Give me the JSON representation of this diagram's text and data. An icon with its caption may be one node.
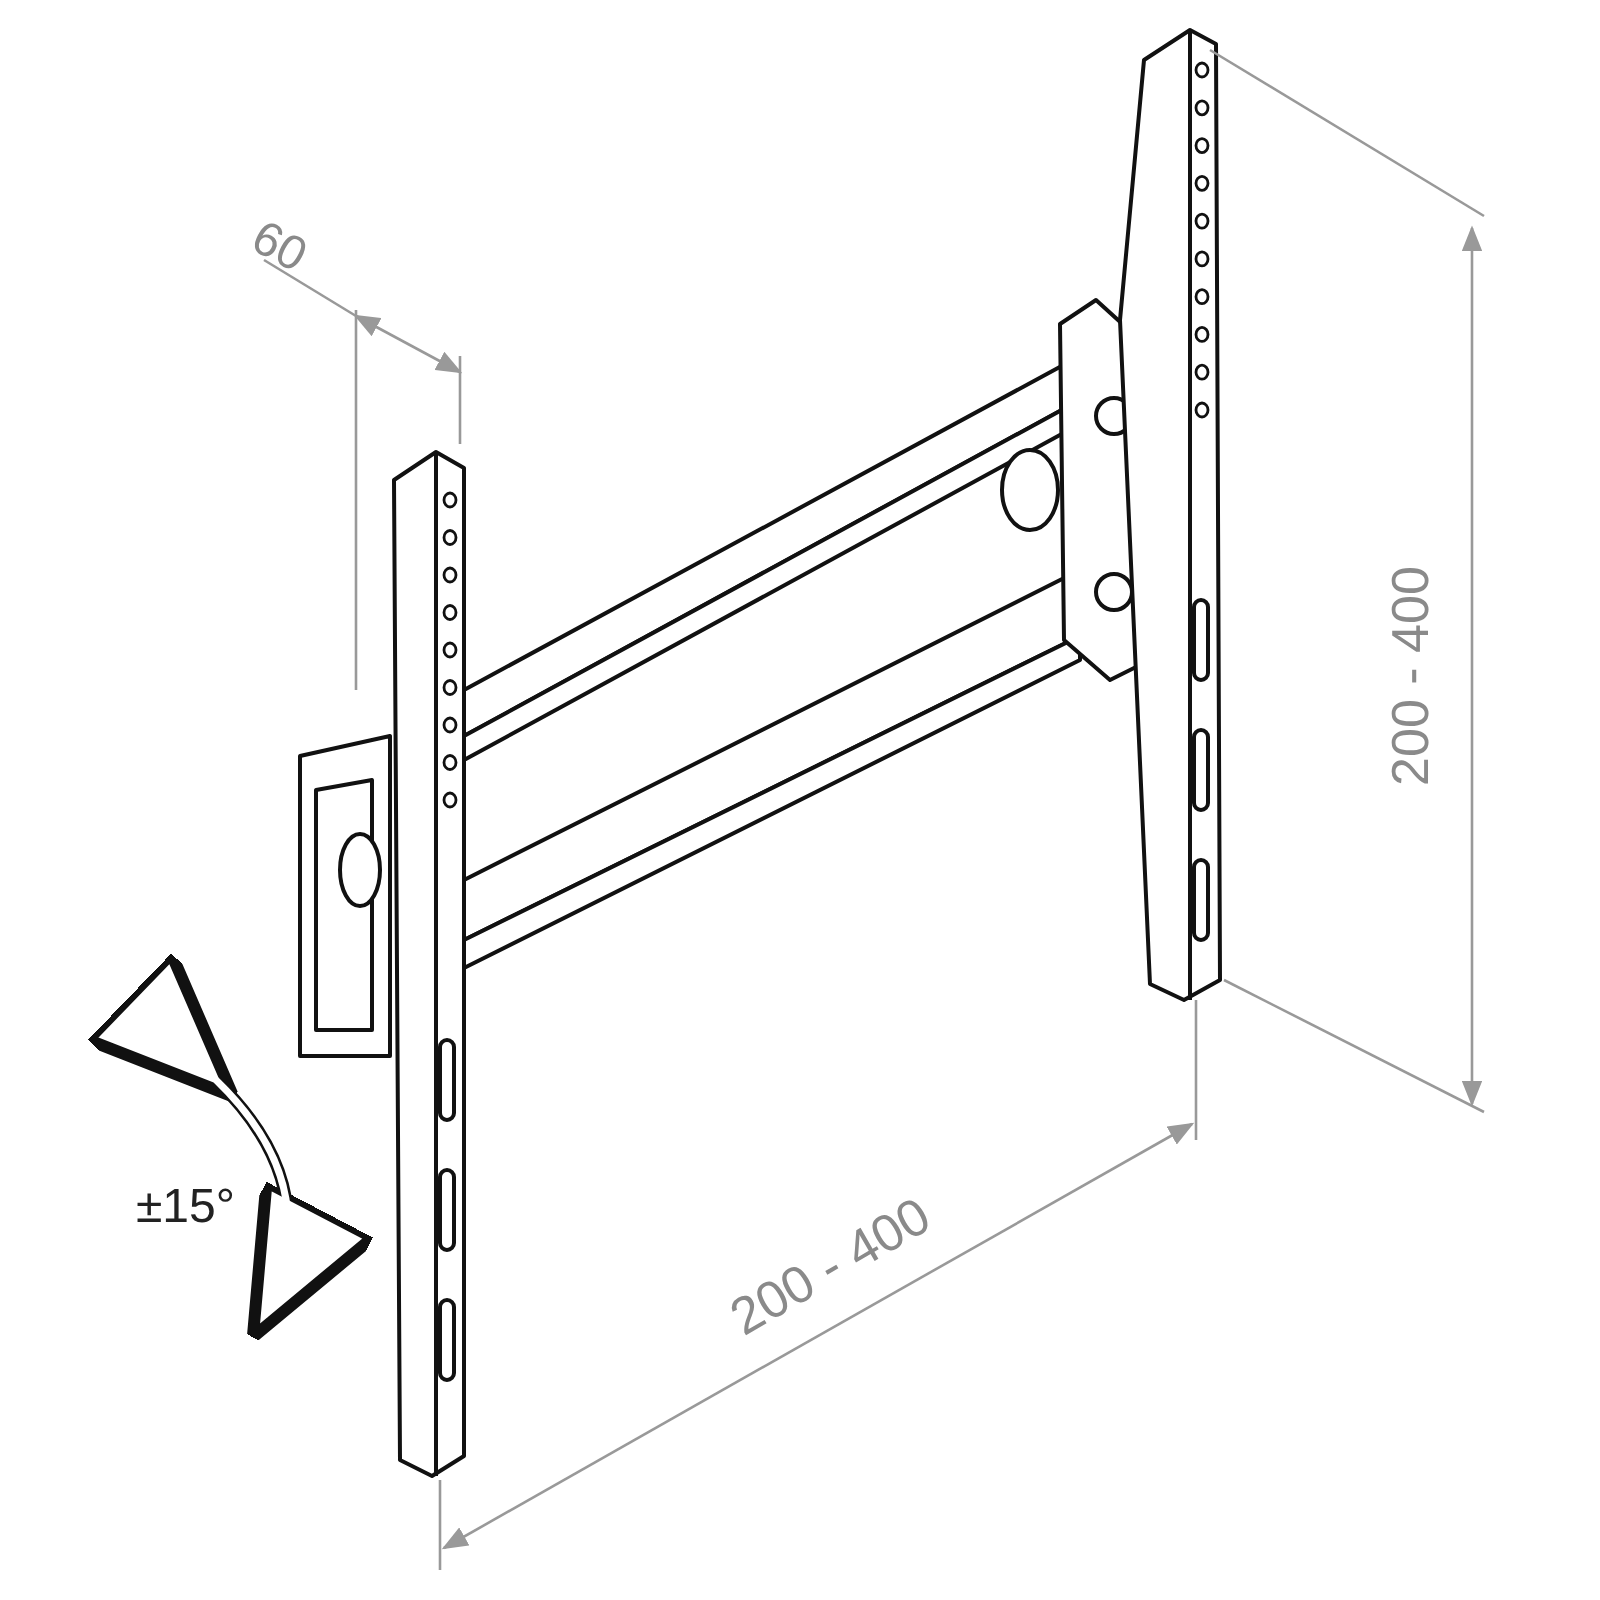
{
  "diagram": {
    "labels": [
      "60",
      "200 - 400",
      "±15°",
      "200 - 400"
    ]
  }
}
